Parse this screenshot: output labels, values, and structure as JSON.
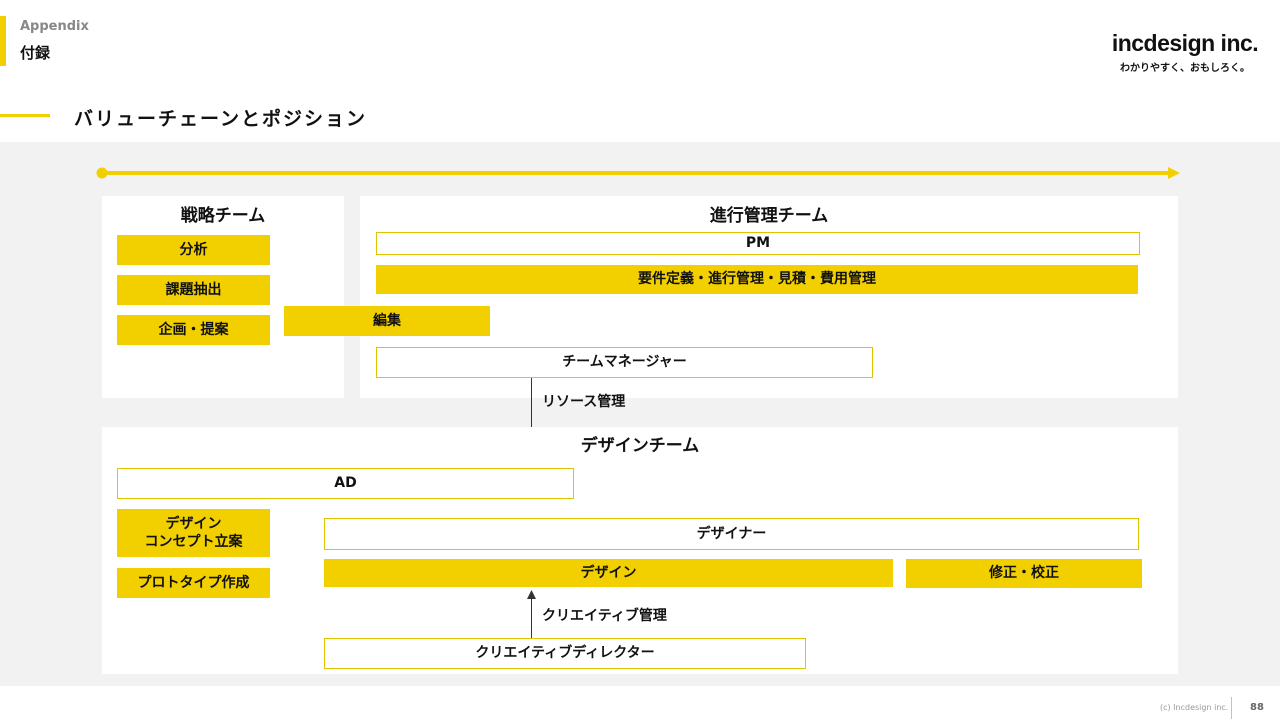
{
  "header": {
    "section_en": "Appendix",
    "section_ja": "付録",
    "title": "バリューチェーンとポジション",
    "logo_text": "incdesign inc.",
    "logo_tagline": "わかりやすく、おもしろく。"
  },
  "colors": {
    "accent": "#f2d000",
    "band": "#f2f2f2"
  },
  "strategy": {
    "title": "戦略チーム",
    "items": [
      "分析",
      "課題抽出",
      "企画・提案"
    ]
  },
  "progress": {
    "title": "進行管理チーム",
    "pm": "PM",
    "pm_task": "要件定義・進行管理・見積・費用管理",
    "edit": "編集",
    "team_manager": "チームマネージャー"
  },
  "resource_label": "リソース管理",
  "design": {
    "title": "デザインチーム",
    "ad": "AD",
    "concept": "デザイン\nコンセプト立案",
    "prototype": "プロトタイプ作成",
    "designer": "デザイナー",
    "design_task": "デザイン",
    "revision": "修正・校正",
    "creative_label": "クリエイティブ管理",
    "creative_director": "クリエイティブディレクター"
  },
  "footer": {
    "copyright": "(c) Incdesign inc.",
    "page": "88"
  }
}
